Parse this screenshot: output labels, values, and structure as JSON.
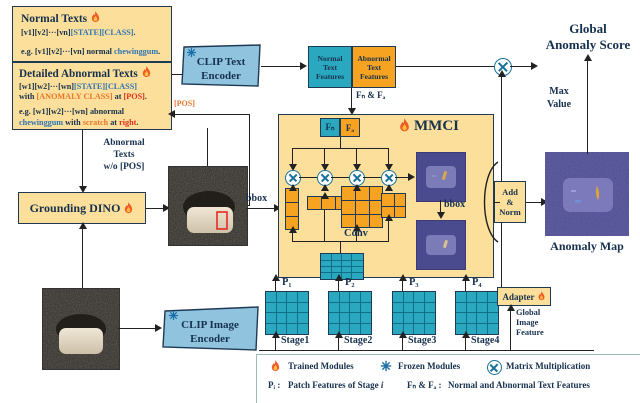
{
  "title": "AnomalyCLIP-style framework diagram",
  "normal_texts": {
    "heading": "Normal Texts",
    "icon": "flame-icon",
    "template": "[v1][v2]···[vn][STATE][CLASS].",
    "template_parts": [
      "[v1][v2]",
      "···",
      "[vn]",
      "[STATE]",
      "[CLASS]",
      "."
    ],
    "example_prefix": "e.g. [v1][v2]···[vn] normal ",
    "example_class": "chewinggum",
    "example_suffix": "."
  },
  "abnormal_texts": {
    "heading": "Detailed Abnormal Texts",
    "icon": "flame-icon",
    "line1_a": "[w1][w2]···[wn]",
    "line1_state": "[STATE]",
    "line1_class": "[CLASS]",
    "line2_with": "with ",
    "line2_anomaly": "[ANOMALY CLASS]",
    "line2_at": " at ",
    "line2_pos": "[POS]",
    "line2_end": ".",
    "example_prefix": "e.g. [w1][w2]···[wn] abnormal",
    "example_class": "chewinggum",
    "example_mid": " with ",
    "example_anomaly": "scratch",
    "example_at": " at ",
    "example_pos": "right",
    "example_end": "."
  },
  "edges": {
    "pos_feedback": "[POS]",
    "abnormal_wo_pos": "Abnormal\nTexts\nw/o [POS]",
    "abnormal_wo_pos_l1": "Abnormal",
    "abnormal_wo_pos_l2": "Texts",
    "abnormal_wo_pos_l3": "w/o [POS]",
    "bbox_left": "bbox",
    "bbox_mid": "bbox",
    "conv": "Conv",
    "fn_fa": "Fₙ & Fₐ",
    "max_value_l1": "Max",
    "max_value_l2": "Value",
    "global_image_feature_l1": "Global",
    "global_image_feature_l2": "Image",
    "global_image_feature_l3": "Feature"
  },
  "modules": {
    "clip_text_encoder_l1": "CLIP Text",
    "clip_text_encoder_l2": "Encoder",
    "clip_image_encoder_l1": "CLIP Image",
    "clip_image_encoder_l2": "Encoder",
    "grounding_dino": "Grounding DINO",
    "mmci": "MMCI",
    "adapter": "Adapter",
    "add_norm_l1": "Add",
    "add_norm_l2": "&",
    "add_norm_l3": "Norm",
    "normal_text_features_l1": "Normal",
    "normal_text_features_l2": "Text",
    "normal_text_features_l3": "Features",
    "abnormal_text_features_l1": "Abnormal",
    "abnormal_text_features_l2": "Text",
    "abnormal_text_features_l3": "Features",
    "fn_chip": "Fₙ",
    "fa_chip": "Fₐ"
  },
  "outputs": {
    "global_anomaly_score_l1": "Global",
    "global_anomaly_score_l2": "Anomaly Score",
    "anomaly_map": "Anomaly Map"
  },
  "stages": {
    "patch_labels": [
      "P₁",
      "P₂",
      "P₃",
      "P₄"
    ],
    "stage_labels": [
      "Stage1",
      "Stage2",
      "Stage3",
      "Stage4"
    ]
  },
  "legend": {
    "row1": [
      {
        "icon": "flame-icon",
        "label": "Trained Modules"
      },
      {
        "icon": "snowflake-icon",
        "label": "Frozen Modules"
      },
      {
        "icon": "circle-times-icon",
        "label": "Matrix Multiplication"
      }
    ],
    "row2": [
      {
        "sym": "Pᵢ :",
        "label": "Patch Features of Stage",
        "ital": "i"
      },
      {
        "sym": "Fₙ & Fₐ :",
        "label": "Normal and Abnormal Text Features"
      }
    ]
  },
  "colors": {
    "yellow": "#fbdf9a",
    "blue": "#8fc3de",
    "teal": "#2aa8bf",
    "orange": "#f5a320",
    "border": "#1f3a55",
    "text": "#16314f",
    "accent_blue": "#2f74b5",
    "accent_orange": "#e8762c",
    "accent_red": "#e03020",
    "map_purple": "#4a4a8f"
  }
}
